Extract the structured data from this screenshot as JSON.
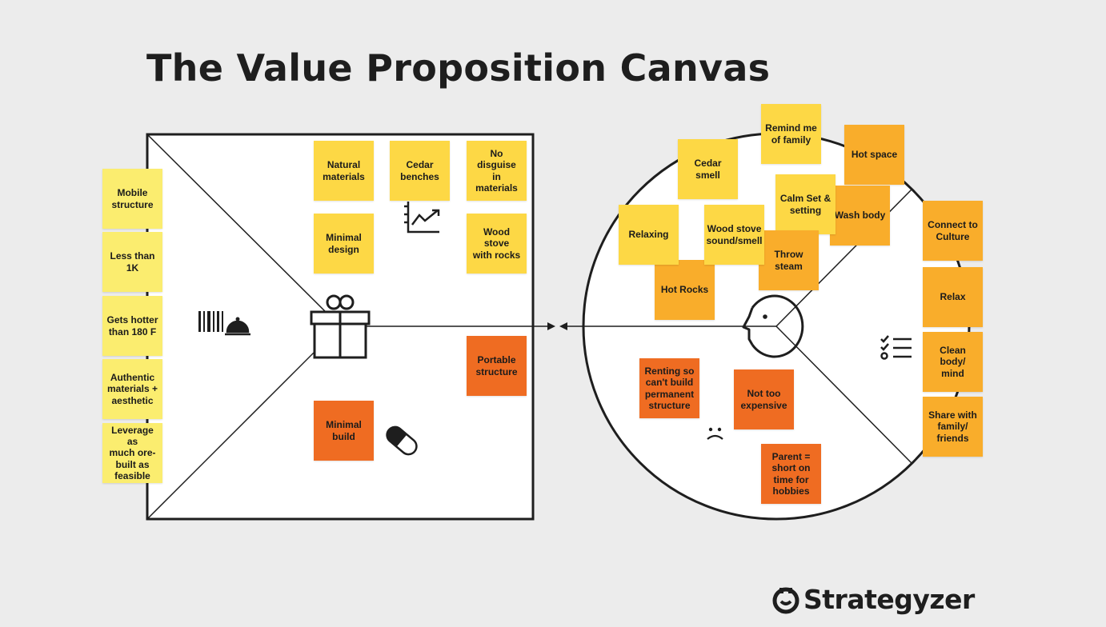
{
  "title": "The Value Proposition Canvas",
  "brand": "Strategyzer",
  "colors": {
    "yellow": "#fde25a",
    "light_yellow": "#fbed6f",
    "gold": "#fdd845",
    "light_orange": "#f9ad2b",
    "orange": "#f58f22",
    "dark_orange": "#ef6c22"
  },
  "icons": {
    "products_services": "barcode-bell-icon",
    "value_map": "gift-icon",
    "gain_creators": "growth-chart-icon",
    "pain_relievers": "pill-icon",
    "customer": "face-icon",
    "customer_jobs": "checklist-icon",
    "pains": "sad-face-icon",
    "brand": "strategyzer-logo-icon"
  },
  "products_services": [
    {
      "text": "Mobile\nstructure",
      "color": "#fbed6f"
    },
    {
      "text": "Less than\n1K",
      "color": "#fbed6f"
    },
    {
      "text": "Gets hotter\nthan 180 F",
      "color": "#fbed6f"
    },
    {
      "text": "Authentic\nmaterials +\naesthetic",
      "color": "#fbed6f"
    },
    {
      "text": "Leverage as\nmuch ore-\nbuilt as\nfeasible",
      "color": "#fbed6f"
    }
  ],
  "gain_creators": [
    {
      "text": "Natural\nmaterials",
      "color": "#fdd845"
    },
    {
      "text": "Cedar\nbenches",
      "color": "#fdd845"
    },
    {
      "text": "No disguise\nin materials",
      "color": "#fdd845"
    },
    {
      "text": "Minimal\ndesign",
      "color": "#fdd845"
    },
    {
      "text": "Wood stove\nwith rocks",
      "color": "#fdd845"
    }
  ],
  "pain_relievers": [
    {
      "text": "Portable\nstructure",
      "color": "#ef6c22"
    },
    {
      "text": "Minimal\nbuild",
      "color": "#ef6c22"
    }
  ],
  "gains": [
    {
      "text": "Remind me\nof family",
      "color": "#fdd845"
    },
    {
      "text": "Hot space",
      "color": "#f9ad2b"
    },
    {
      "text": "Cedar smell",
      "color": "#fdd845"
    },
    {
      "text": "Calm Set &\nsetting",
      "color": "#fdd845"
    },
    {
      "text": "Wash body",
      "color": "#f9ad2b"
    },
    {
      "text": "Relaxing",
      "color": "#fdd845"
    },
    {
      "text": "Wood stove\nsound/smell",
      "color": "#fdd845"
    },
    {
      "text": "Throw\nsteam",
      "color": "#f9ad2b"
    },
    {
      "text": "Hot Rocks",
      "color": "#f9ad2b"
    }
  ],
  "customer_jobs": [
    {
      "text": "Connect to\nCulture",
      "color": "#f9ad2b"
    },
    {
      "text": "Relax",
      "color": "#f9ad2b"
    },
    {
      "text": "Clean body/\nmind",
      "color": "#f9ad2b"
    },
    {
      "text": "Share with\nfamily/\nfriends",
      "color": "#f9ad2b"
    }
  ],
  "pains": [
    {
      "text": "Renting so\ncan't build\npermanent\nstructure",
      "color": "#ef6c22"
    },
    {
      "text": "Not too\nexpensive",
      "color": "#ef6c22"
    },
    {
      "text": "Parent =\nshort on\ntime for\nhobbies",
      "color": "#ef6c22"
    }
  ]
}
